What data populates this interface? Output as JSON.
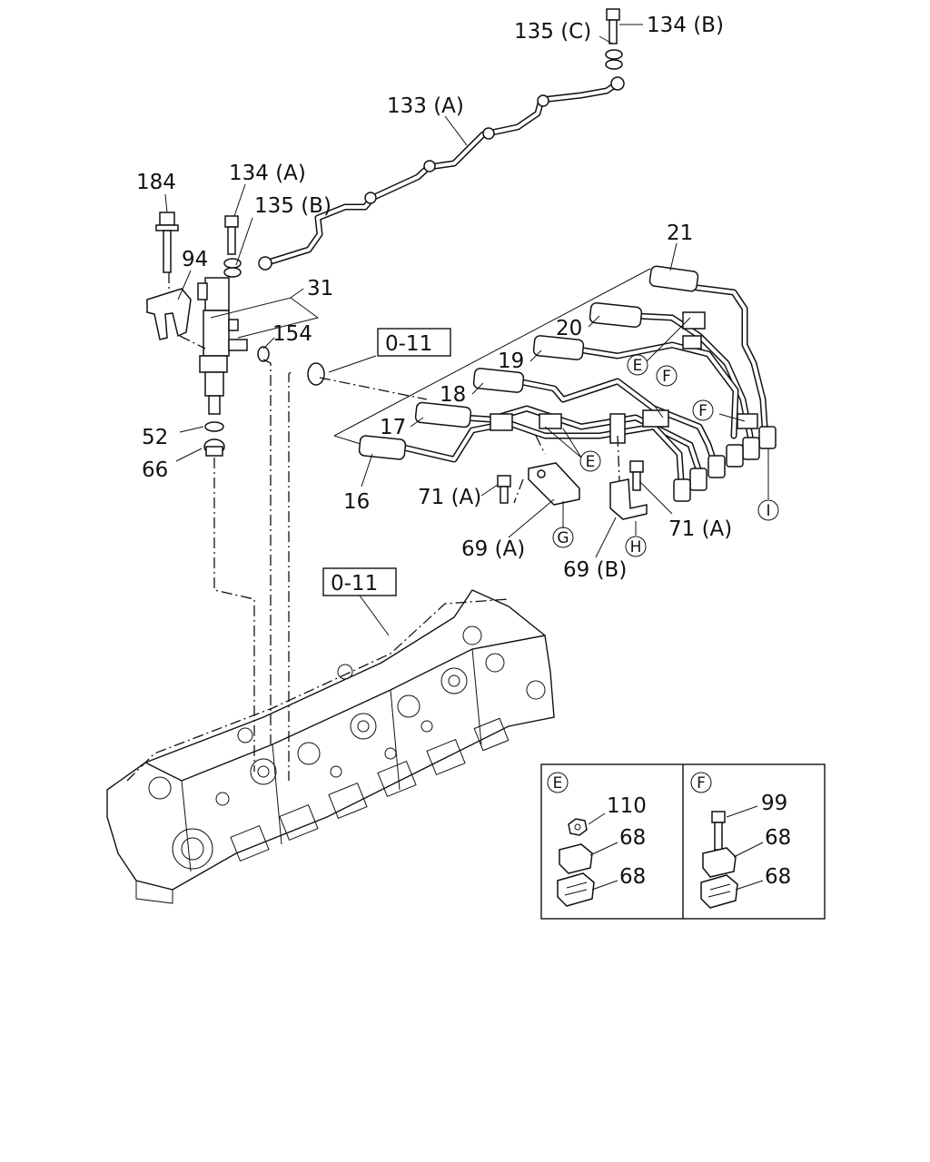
{
  "callouts": {
    "p134c_label": "135 (C)",
    "p134b_label": "134 (B)",
    "p133a_label": "133 (A)",
    "p184_label": "184",
    "p134a_label": "134 (A)",
    "p135b_label": "135 (B)",
    "p94_label": "94",
    "p31_label": "31",
    "p154_label": "154",
    "p52_label": "52",
    "p66_label": "66",
    "p21_label": "21",
    "p20_label": "20",
    "p19_label": "19",
    "p18_label": "18",
    "p17_label": "17",
    "p16_label": "16",
    "p71a_left_label": "71 (A)",
    "p71a_right_label": "71 (A)",
    "p69a_label": "69 (A)",
    "p69b_label": "69 (B)"
  },
  "reference_boxes": {
    "upper": "0-11",
    "lower": "0-11"
  },
  "circle_markers": {
    "e_upper": "E",
    "f_upper": "F",
    "f_right": "F",
    "e_lower": "E",
    "g": "G",
    "h": "H",
    "i": "I"
  },
  "detail_panel": {
    "left": {
      "marker": "E",
      "item1": "110",
      "item2": "68",
      "item3": "68"
    },
    "right": {
      "marker": "F",
      "item1": "99",
      "item2": "68",
      "item3": "68"
    }
  }
}
